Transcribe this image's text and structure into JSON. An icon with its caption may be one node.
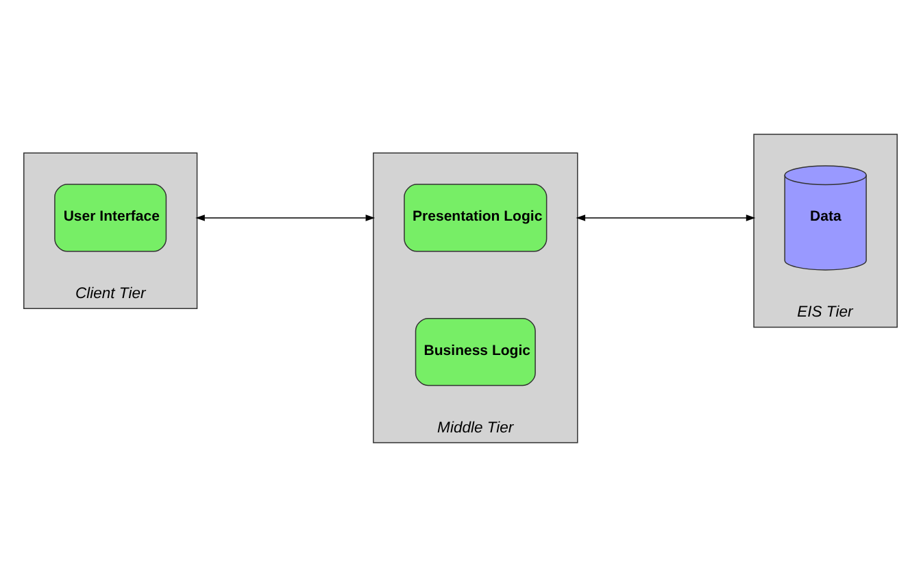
{
  "diagram": {
    "nodes": [
      {
        "text": [
          "Client Tier"
        ]
      },
      {
        "text": [
          "User Interface"
        ],
        "in": 0
      },
      {
        "text": [
          "Middle Tier"
        ]
      },
      {
        "text": [
          "Presentation Logic"
        ],
        "in": 2
      },
      {
        "text": [
          "Business Logic"
        ],
        "in": 2
      },
      {
        "text": [
          "EIS Tier"
        ]
      },
      {
        "text": [
          "Data"
        ],
        "in": 5
      }
    ],
    "edges": [
      {
        "from": 0,
        "to": 2,
        "arrow": "both"
      },
      {
        "from": 2,
        "to": 5,
        "arrow": "both"
      }
    ]
  }
}
